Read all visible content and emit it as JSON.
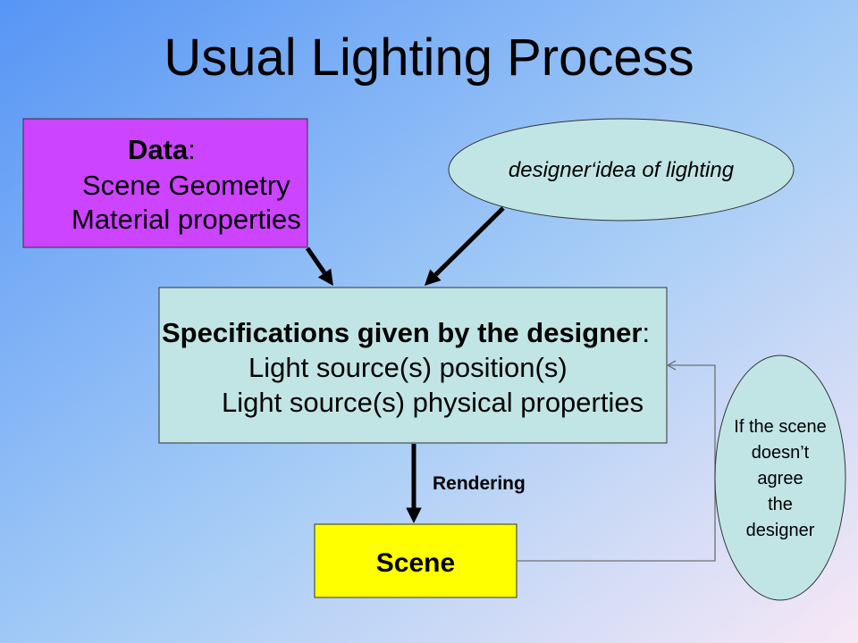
{
  "title": "Usual Lighting Process",
  "data_box": {
    "heading": "Data",
    "heading_suffix": ":",
    "lines": [
      "Scene Geometry",
      "Material properties"
    ]
  },
  "idea_ellipse": {
    "text": "designer‘idea of lighting"
  },
  "spec_box": {
    "heading": "Specifications given by the designer",
    "heading_suffix": ":",
    "lines": [
      "Light source(s) position(s)",
      "Light source(s) physical properties"
    ]
  },
  "rendering_label": "Rendering",
  "scene_box": {
    "label": "Scene"
  },
  "feedback_ellipse": {
    "lines": [
      "If the scene",
      "doesn’t",
      "agree",
      "the",
      "designer"
    ]
  },
  "colors": {
    "data_box": "#cc44ff",
    "idea_ellipse": "#c1e5e5",
    "spec_box": "#c1e5e5",
    "scene_box": "#ffff00",
    "feedback_ellipse": "#c1e5e5",
    "arrows": "#000000",
    "feedback_line": "#707070"
  }
}
